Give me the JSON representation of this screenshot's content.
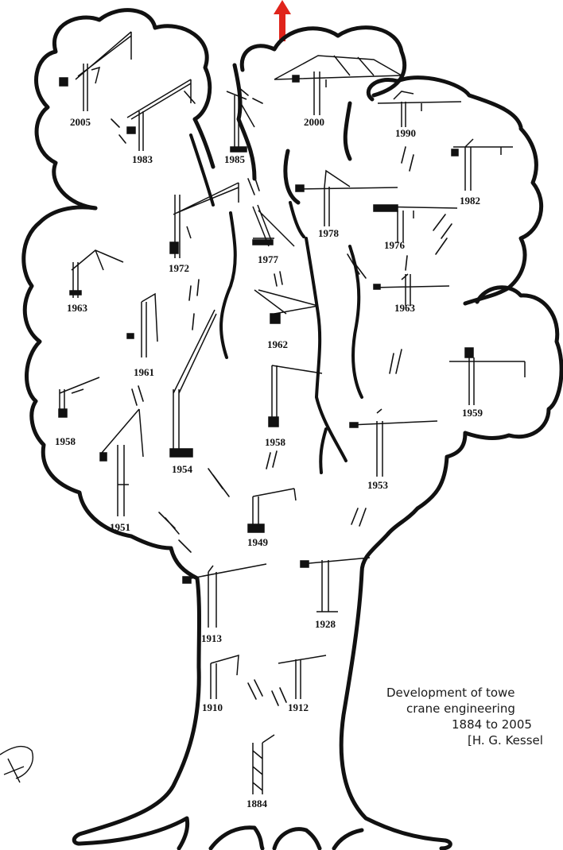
{
  "caption": {
    "line1": "Development of towe",
    "line2": "crane engineering",
    "line3": "1884 to 2005",
    "line4": "[H. G. Kessel"
  },
  "cranes": [
    {
      "id": "2005",
      "label": "2005"
    },
    {
      "id": "1983",
      "label": "1983"
    },
    {
      "id": "1985",
      "label": "1985"
    },
    {
      "id": "2000",
      "label": "2000"
    },
    {
      "id": "1990",
      "label": "1990"
    },
    {
      "id": "1982",
      "label": "1982"
    },
    {
      "id": "1978",
      "label": "1978"
    },
    {
      "id": "1976",
      "label": "1976"
    },
    {
      "id": "1972",
      "label": "1972"
    },
    {
      "id": "1977",
      "label": "1977"
    },
    {
      "id": "1963a",
      "label": "1963"
    },
    {
      "id": "1963b",
      "label": "1963"
    },
    {
      "id": "1962",
      "label": "1962"
    },
    {
      "id": "1961",
      "label": "1961"
    },
    {
      "id": "1959",
      "label": "1959"
    },
    {
      "id": "1958a",
      "label": "1958"
    },
    {
      "id": "1958b",
      "label": "1958"
    },
    {
      "id": "1954",
      "label": "1954"
    },
    {
      "id": "1953",
      "label": "1953"
    },
    {
      "id": "1951",
      "label": "1951"
    },
    {
      "id": "1949",
      "label": "1949"
    },
    {
      "id": "1913",
      "label": "1913"
    },
    {
      "id": "1928",
      "label": "1928"
    },
    {
      "id": "1910",
      "label": "1910"
    },
    {
      "id": "1912",
      "label": "1912"
    },
    {
      "id": "1884",
      "label": "1884"
    }
  ],
  "colors": {
    "ink": "#111111",
    "arrow": "#e0241b",
    "background": "#ffffff"
  },
  "icons": {
    "top_arrow": "red-up-arrow-icon",
    "corner_drawing": "sketch-figure-icon"
  }
}
